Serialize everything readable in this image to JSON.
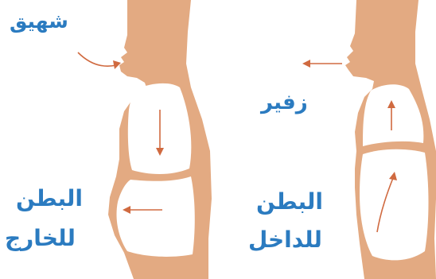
{
  "labels": {
    "inhale": "شهيق",
    "exhale": "زفير",
    "belly_out_line1": "البطن",
    "belly_out_line2": "للخارج",
    "belly_in_line1": "البطن",
    "belly_in_line2": "للداخل"
  },
  "colors": {
    "skin": "#e3aa82",
    "organ": "#ffffff",
    "arrow": "#d06a40",
    "text": "#2b7bc0"
  }
}
